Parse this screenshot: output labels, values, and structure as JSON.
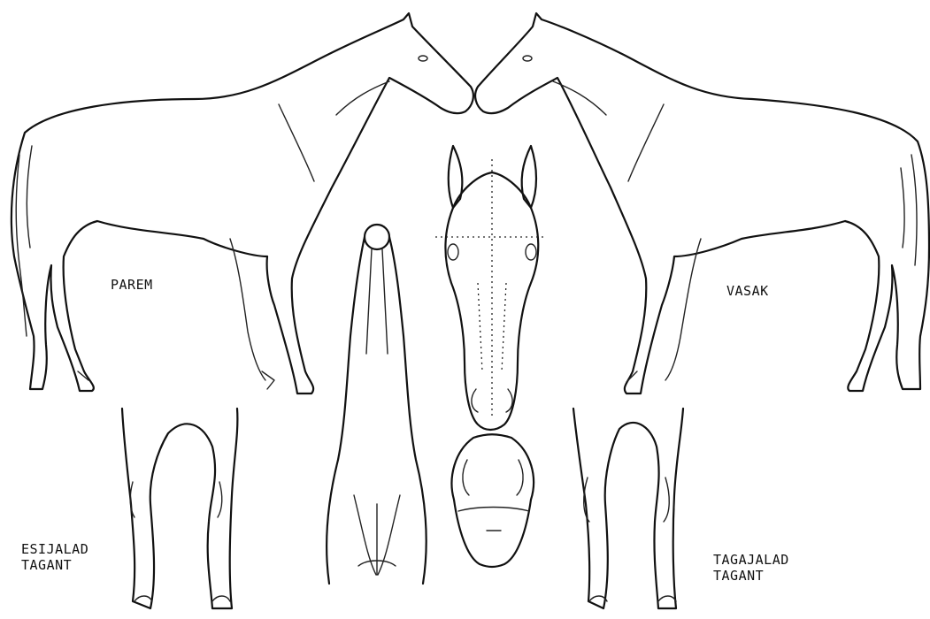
{
  "labels": {
    "right_side": "PAREM",
    "left_side": "VASAK",
    "forelegs_behind_line1": "ESIJALAD",
    "forelegs_behind_line2": "TAGANT",
    "hindlegs_behind_line1": "TAGAJALAD",
    "hindlegs_behind_line2": "TAGANT"
  },
  "views": [
    "horse-right-profile",
    "horse-left-profile",
    "head-front",
    "neck-chest-front",
    "muzzle-underside",
    "forelegs-rear",
    "hindlegs-rear"
  ]
}
